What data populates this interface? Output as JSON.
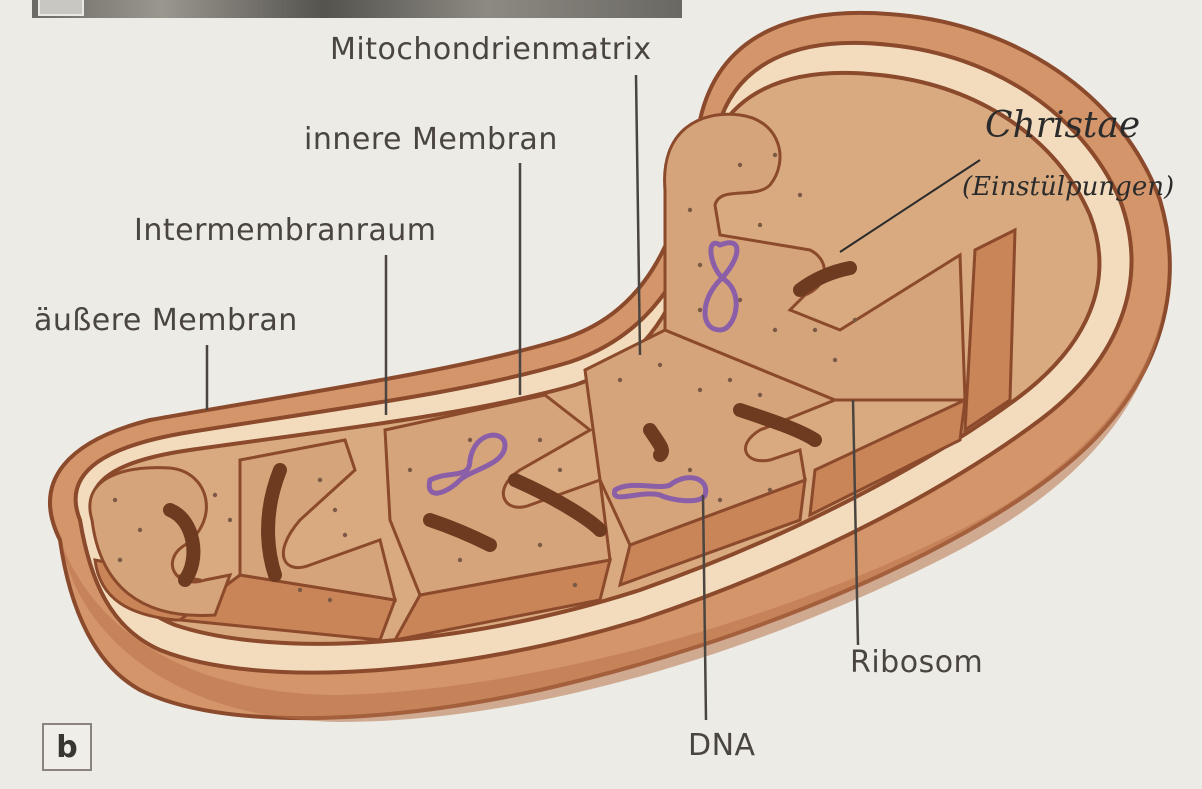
{
  "diagram": {
    "panel_label": "b",
    "labels": {
      "matrix": "Mitochondrienmatrix",
      "inner_membrane": "innere Membran",
      "intermembrane_space": "Intermembranraum",
      "outer_membrane": "äußere Membran",
      "ribosome": "Ribosom",
      "dna": "DNA"
    },
    "handwritten": {
      "line1": "Christae",
      "line2": "(Einstülpungen)"
    },
    "colors": {
      "background": "#ecebe6",
      "outer_shell": "#d4956a",
      "outer_shell_dark": "#b9734a",
      "membrane_line": "#8b4a2b",
      "intermembrane": "#f3dcbe",
      "inner_top": "#d9aa80",
      "inner_side": "#c98458",
      "dna": "#8a5fa8",
      "label_text": "#4a4540"
    }
  }
}
